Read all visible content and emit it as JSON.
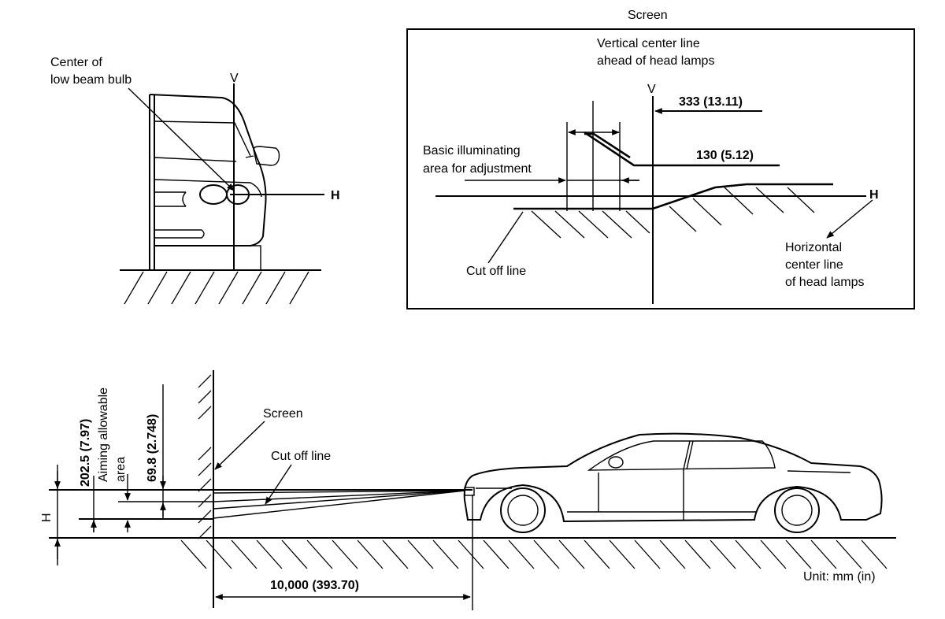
{
  "labels": {
    "center_low_beam_line1": "Center of",
    "center_low_beam_line2": "low beam bulb",
    "v_front": "V",
    "h_front": "H",
    "screen_title": "Screen",
    "vertical_center_line1": "Vertical center line",
    "vertical_center_line2": "ahead of head lamps",
    "v_screen": "V",
    "dim_333": "333 (13.11)",
    "dim_130": "130 (5.12)",
    "basic_illum_line1": "Basic illuminating",
    "basic_illum_line2": "area for adjustment",
    "h_screen": "H",
    "horizontal_line1": "Horizontal",
    "horizontal_line2": "center line",
    "horizontal_line3": "of head lamps",
    "cut_off_screen": "Cut off line",
    "screen_side": "Screen",
    "cut_off_side": "Cut off line",
    "dim_202": "202.5 (7.97)",
    "aiming_line1": "Aiming allowable",
    "aiming_line2": "area",
    "dim_69": "69.8 (2.748)",
    "h_side": "H",
    "distance": "10,000 (393.70)",
    "unit": "Unit: mm (in)"
  }
}
